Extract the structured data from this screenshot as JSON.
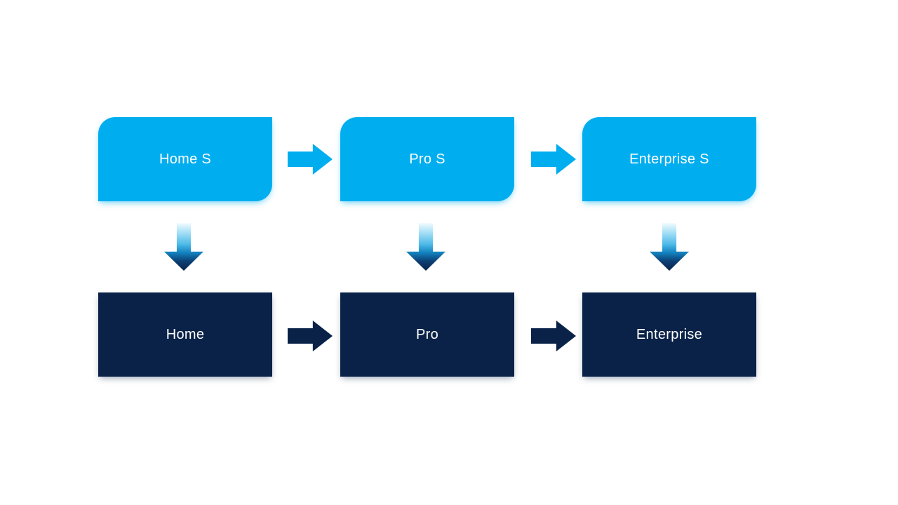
{
  "diagram": {
    "background": "#FFFFFF",
    "colors": {
      "top_box_fill": "#00AEEF",
      "bottom_box_fill": "#0A2248",
      "label_text": "#FFFFFF",
      "down_arrow_gradient": [
        "#F2FBFE",
        "#4DB9E8",
        "#0A2248"
      ]
    },
    "columns": [
      {
        "top_label": "Home S",
        "bottom_label": "Home"
      },
      {
        "top_label": "Pro S",
        "bottom_label": "Pro"
      },
      {
        "top_label": "Enterprise S",
        "bottom_label": "Enterprise"
      }
    ],
    "icons": {
      "right_arrow": "right-block-arrow",
      "down_arrow": "down-block-arrow-gradient"
    }
  }
}
